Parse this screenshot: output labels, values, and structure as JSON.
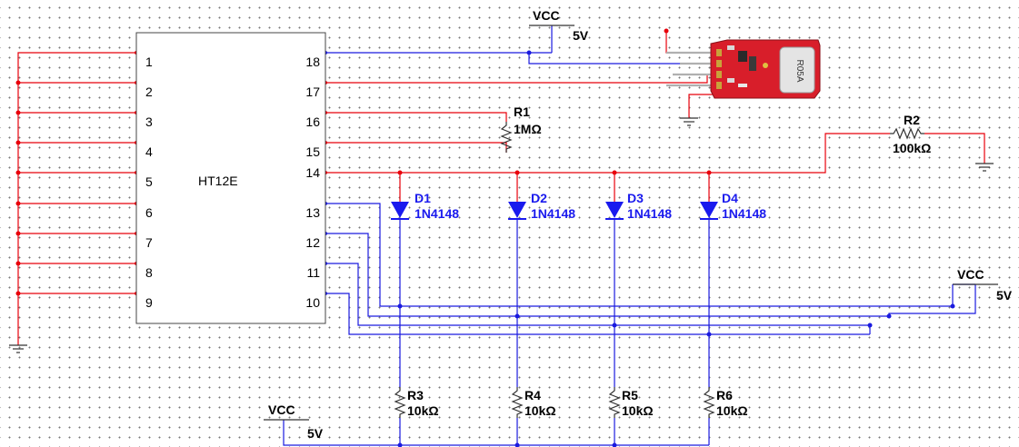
{
  "ic": {
    "name": "HT12E",
    "left_pins": [
      "1",
      "2",
      "3",
      "4",
      "5",
      "6",
      "7",
      "8",
      "9"
    ],
    "right_pins": [
      "18",
      "17",
      "16",
      "15",
      "14",
      "13",
      "12",
      "11",
      "10"
    ]
  },
  "vcc": [
    {
      "label": "VCC",
      "value": "5V"
    },
    {
      "label": "VCC",
      "value": "5V"
    },
    {
      "label": "VCC",
      "value": "5V"
    }
  ],
  "resistors": {
    "r1": {
      "ref": "R1",
      "value": "1MΩ"
    },
    "r2": {
      "ref": "R2",
      "value": "100kΩ"
    },
    "r3": {
      "ref": "R3",
      "value": "10kΩ"
    },
    "r4": {
      "ref": "R4",
      "value": "10kΩ"
    },
    "r5": {
      "ref": "R5",
      "value": "10kΩ"
    },
    "r6": {
      "ref": "R6",
      "value": "10kΩ"
    }
  },
  "diodes": [
    {
      "ref": "D1",
      "part": "1N4148"
    },
    {
      "ref": "D2",
      "part": "1N4148"
    },
    {
      "ref": "D3",
      "part": "1N4148"
    },
    {
      "ref": "D4",
      "part": "1N4148"
    }
  ],
  "rf_module": {
    "marking": "R05A"
  },
  "colors": {
    "wire_red": "#e8000b",
    "wire_blue": "#1a1adf",
    "diode_blue": "#1a1aee",
    "module_red": "#d81e2a"
  }
}
